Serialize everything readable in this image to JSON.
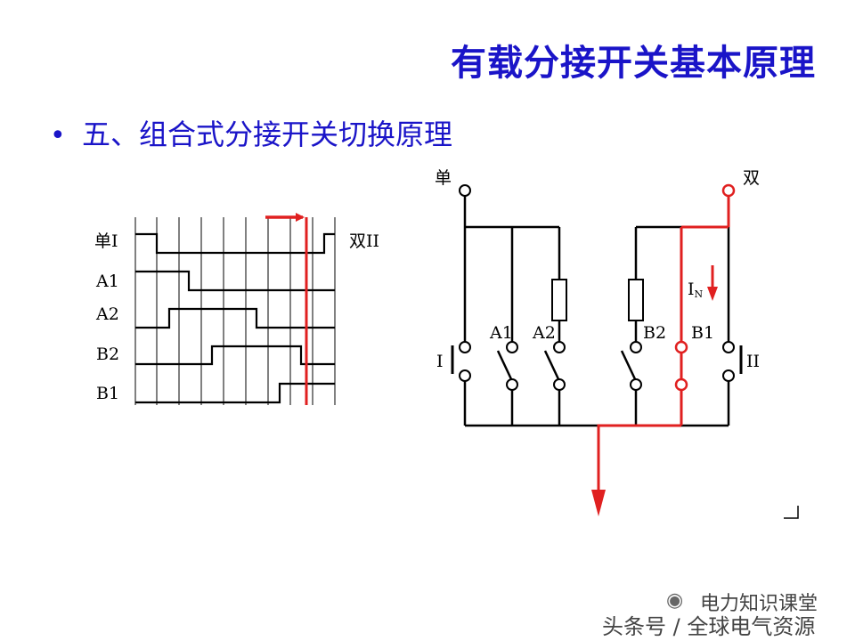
{
  "slide": {
    "title": "有载分接开关基本原理",
    "bullet": "五、组合式分接开关切换原理",
    "bullet_glyph": "•"
  },
  "timing_diagram": {
    "row_labels": [
      "单I",
      "A1",
      "A2",
      "B2",
      "B1"
    ],
    "end_label": "双II"
  },
  "circuit_diagram": {
    "left_terminal": "单",
    "right_terminal": "双",
    "contact_labels": [
      "I",
      "A1",
      "A2",
      "B2",
      "B1",
      "II"
    ],
    "current_label": "I",
    "current_subscript": "N"
  },
  "colors": {
    "title": "#1a14c8",
    "line": "#000000",
    "highlight": "#e02020"
  },
  "watermark": {
    "line1": "电力知识课堂",
    "line2": "头条号 / 全球电气资源",
    "logo": "wechat-icon"
  }
}
